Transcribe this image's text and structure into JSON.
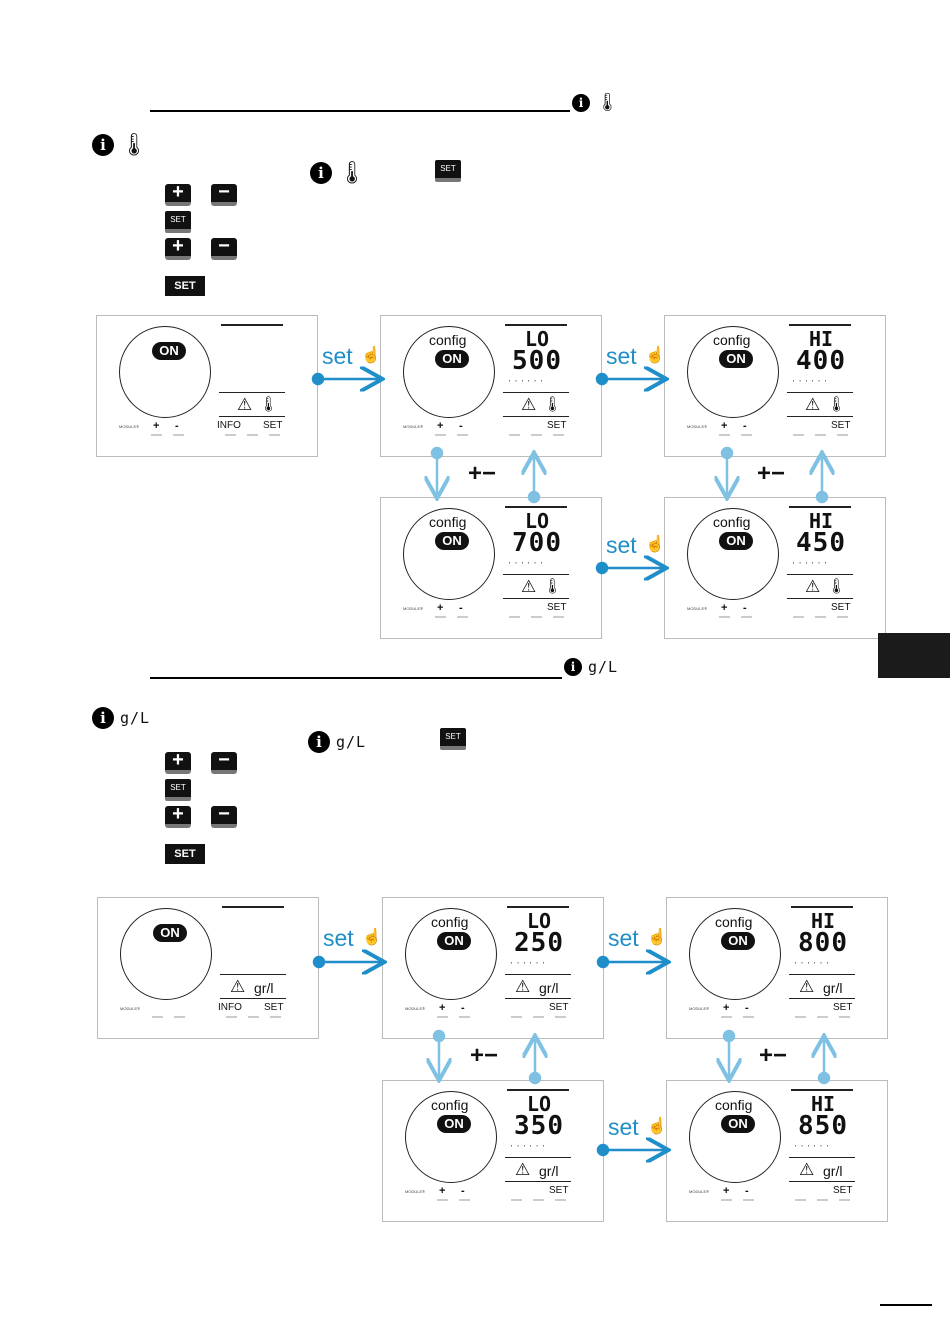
{
  "section_temp": {
    "unit_icon": "thermometer-icon",
    "panels": [
      {
        "id": "t0",
        "config": "",
        "on": "ON",
        "digits_top": "",
        "digits_bottom": "",
        "info": "INFO",
        "set": "SET",
        "plus": "+",
        "minus": "-",
        "logo": "MODULE®"
      },
      {
        "id": "t1",
        "config": "config",
        "on": "ON",
        "digits_top": "LO",
        "digits_bottom": "500",
        "info": "",
        "set": "SET",
        "plus": "+",
        "minus": "-",
        "logo": "MODULE®"
      },
      {
        "id": "t2",
        "config": "config",
        "on": "ON",
        "digits_top": "HI",
        "digits_bottom": "400",
        "info": "",
        "set": "SET",
        "plus": "+",
        "minus": "-",
        "logo": "MODULE®"
      },
      {
        "id": "t3",
        "config": "config",
        "on": "ON",
        "digits_top": "LO",
        "digits_bottom": "700",
        "info": "",
        "set": "SET",
        "plus": "+",
        "minus": "-",
        "logo": "MODULE®"
      },
      {
        "id": "t4",
        "config": "config",
        "on": "ON",
        "digits_top": "HI",
        "digits_bottom": "450",
        "info": "",
        "set": "SET",
        "plus": "+",
        "minus": "-",
        "logo": "MODULE®"
      }
    ]
  },
  "section_salt": {
    "unit_text": "g/L",
    "panel_unit": "gr/l",
    "panels": [
      {
        "id": "s0",
        "config": "",
        "on": "ON",
        "digits_top": "",
        "digits_bottom": "",
        "info": "INFO",
        "set": "SET",
        "plus": "",
        "minus": "",
        "logo": "MODULE®"
      },
      {
        "id": "s1",
        "config": "config",
        "on": "ON",
        "digits_top": "LO",
        "digits_bottom": "250",
        "info": "",
        "set": "SET",
        "plus": "+",
        "minus": "-",
        "logo": "MODULE®"
      },
      {
        "id": "s2",
        "config": "config",
        "on": "ON",
        "digits_top": "HI",
        "digits_bottom": "800",
        "info": "",
        "set": "SET",
        "plus": "+",
        "minus": "-",
        "logo": "MODULE®"
      },
      {
        "id": "s3",
        "config": "config",
        "on": "ON",
        "digits_top": "LO",
        "digits_bottom": "350",
        "info": "",
        "set": "SET",
        "plus": "+",
        "minus": "-",
        "logo": "MODULE®"
      },
      {
        "id": "s4",
        "config": "config",
        "on": "ON",
        "digits_top": "HI",
        "digits_bottom": "850",
        "info": "",
        "set": "SET",
        "plus": "+",
        "minus": "-",
        "logo": "MODULE®"
      }
    ]
  },
  "labels": {
    "set_arrow": "set",
    "plus_minus": "+−",
    "btn_plus": "+",
    "btn_minus": "−",
    "btn_set": "SET",
    "info_letter": "i"
  },
  "colors": {
    "arrow_blue": "#1f8ec9",
    "arrow_light": "#7fc1e3",
    "dark": "#111111"
  }
}
